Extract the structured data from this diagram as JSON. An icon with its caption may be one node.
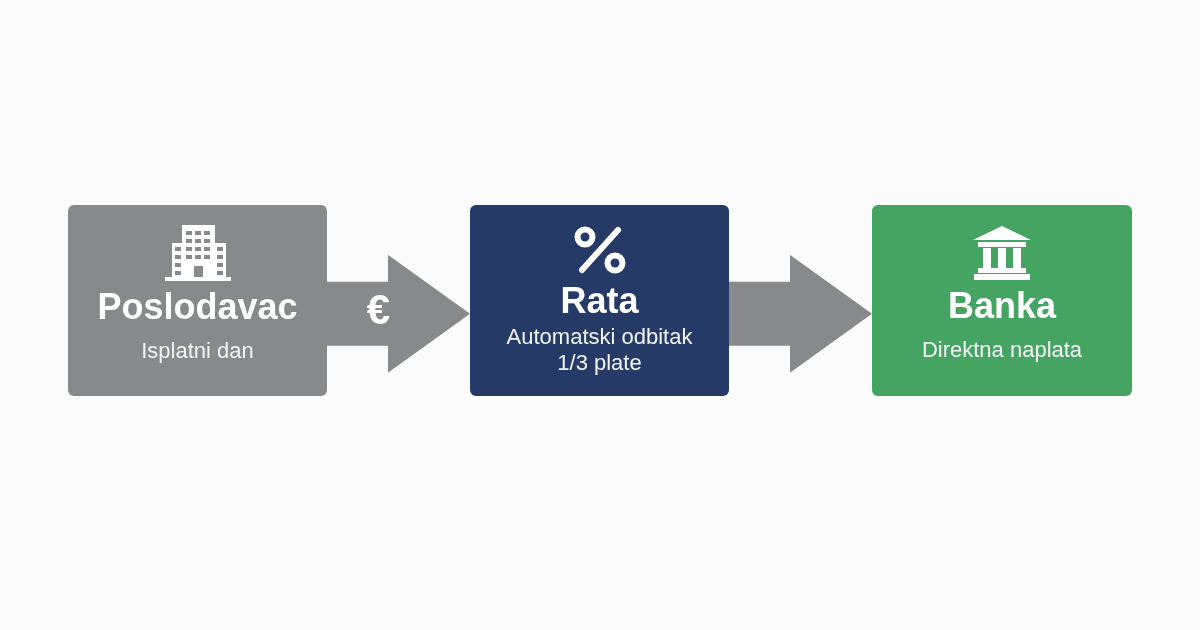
{
  "diagram": {
    "nodes": [
      {
        "text": [
          "Poslodavac",
          "Isplatni dan"
        ]
      },
      {
        "text": [
          "Rata",
          "Automatski odbitak 1/3 plate"
        ]
      },
      {
        "text": [
          "Banka",
          "Direktna naplata"
        ]
      }
    ],
    "edges": [
      {
        "from": 0,
        "to": 1,
        "arrow": "to",
        "label": "€"
      },
      {
        "from": 1,
        "to": 2,
        "arrow": "to"
      }
    ]
  }
}
